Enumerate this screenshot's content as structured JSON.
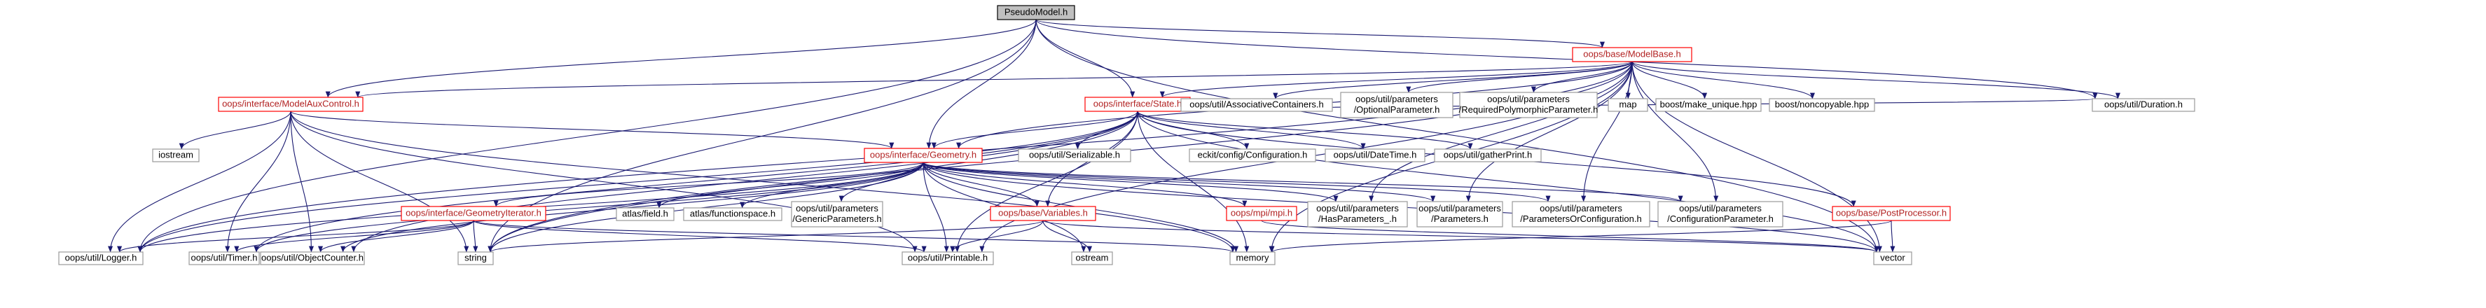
{
  "title": "PseudoModel.h",
  "colors": {
    "edge": "#191970",
    "box_border": "#999999",
    "box_fill": "#ffffff",
    "root_fill": "#bfbfbf",
    "root_border": "#000000",
    "doc_border": "#ff0000",
    "doc_text": "#b22222"
  },
  "nodes": {
    "pseudomodel": {
      "label": "PseudoModel.h",
      "style": "root"
    },
    "modelbase": {
      "label": "oops/base/ModelBase.h",
      "style": "doc"
    },
    "modelauxcontrol": {
      "label": "oops/interface/ModelAuxControl.h",
      "style": "doc"
    },
    "state": {
      "label": "oops/interface/State.h",
      "style": "doc"
    },
    "assoc": {
      "label": "oops/util/AssociativeContainers.h",
      "style": "plain"
    },
    "optparam": {
      "label": "oops/util/parameters\n/OptionalParameter.h",
      "style": "plain"
    },
    "reqpoly": {
      "label": "oops/util/parameters\n/RequiredPolymorphicParameter.h",
      "style": "plain"
    },
    "map": {
      "label": "map",
      "style": "plain"
    },
    "makeunique": {
      "label": "boost/make_unique.hpp",
      "style": "plain"
    },
    "noncopyable": {
      "label": "boost/noncopyable.hpp",
      "style": "plain"
    },
    "duration": {
      "label": "oops/util/Duration.h",
      "style": "plain"
    },
    "iostream": {
      "label": "iostream",
      "style": "plain"
    },
    "geometry": {
      "label": "oops/interface/Geometry.h",
      "style": "doc"
    },
    "serializable": {
      "label": "oops/util/Serializable.h",
      "style": "plain"
    },
    "eckitconfig": {
      "label": "eckit/config/Configuration.h",
      "style": "plain"
    },
    "datetime": {
      "label": "oops/util/DateTime.h",
      "style": "plain"
    },
    "gatherprint": {
      "label": "oops/util/gatherPrint.h",
      "style": "plain"
    },
    "geomiter": {
      "label": "oops/interface/GeometryIterator.h",
      "style": "doc"
    },
    "atlasfield": {
      "label": "atlas/field.h",
      "style": "plain"
    },
    "atlasfs": {
      "label": "atlas/functionspace.h",
      "style": "plain"
    },
    "genericparams": {
      "label": "oops/util/parameters\n/GenericParameters.h",
      "style": "plain"
    },
    "variables": {
      "label": "oops/base/Variables.h",
      "style": "doc"
    },
    "mpi": {
      "label": "oops/mpi/mpi.h",
      "style": "doc"
    },
    "hasparams": {
      "label": "oops/util/parameters\n/HasParameters_.h",
      "style": "plain"
    },
    "parameters": {
      "label": "oops/util/parameters\n/Parameters.h",
      "style": "plain"
    },
    "paramorconf": {
      "label": "oops/util/parameters\n/ParametersOrConfiguration.h",
      "style": "plain"
    },
    "confparam": {
      "label": "oops/util/parameters\n/ConfigurationParameter.h",
      "style": "plain"
    },
    "postprocessor": {
      "label": "oops/base/PostProcessor.h",
      "style": "doc"
    },
    "logger": {
      "label": "oops/util/Logger.h",
      "style": "plain"
    },
    "timer": {
      "label": "oops/util/Timer.h",
      "style": "plain"
    },
    "objcounter": {
      "label": "oops/util/ObjectCounter.h",
      "style": "plain"
    },
    "string": {
      "label": "string",
      "style": "plain"
    },
    "printable": {
      "label": "oops/util/Printable.h",
      "style": "plain"
    },
    "ostream": {
      "label": "ostream",
      "style": "plain"
    },
    "memory": {
      "label": "memory",
      "style": "plain"
    },
    "vector": {
      "label": "vector",
      "style": "plain"
    }
  },
  "edges": [
    [
      "pseudomodel",
      "modelbase"
    ],
    [
      "pseudomodel",
      "modelauxcontrol"
    ],
    [
      "pseudomodel",
      "state"
    ],
    [
      "pseudomodel",
      "geometry"
    ],
    [
      "pseudomodel",
      "logger"
    ],
    [
      "pseudomodel",
      "string"
    ],
    [
      "pseudomodel",
      "duration"
    ],
    [
      "pseudomodel",
      "vector"
    ],
    [
      "modelbase",
      "modelauxcontrol"
    ],
    [
      "modelbase",
      "state"
    ],
    [
      "modelbase",
      "geometry"
    ],
    [
      "modelbase",
      "assoc"
    ],
    [
      "modelbase",
      "optparam"
    ],
    [
      "modelbase",
      "reqpoly"
    ],
    [
      "modelbase",
      "map"
    ],
    [
      "modelbase",
      "makeunique"
    ],
    [
      "modelbase",
      "noncopyable"
    ],
    [
      "modelbase",
      "duration"
    ],
    [
      "modelbase",
      "logger"
    ],
    [
      "modelbase",
      "string"
    ],
    [
      "modelbase",
      "memory"
    ],
    [
      "modelbase",
      "vector"
    ],
    [
      "modelbase",
      "printable"
    ],
    [
      "modelbase",
      "hasparams"
    ],
    [
      "modelbase",
      "parameters"
    ],
    [
      "modelbase",
      "paramorconf"
    ],
    [
      "modelbase",
      "confparam"
    ],
    [
      "modelauxcontrol",
      "iostream"
    ],
    [
      "modelauxcontrol",
      "geometry"
    ],
    [
      "modelauxcontrol",
      "logger"
    ],
    [
      "modelauxcontrol",
      "timer"
    ],
    [
      "modelauxcontrol",
      "objcounter"
    ],
    [
      "modelauxcontrol",
      "string"
    ],
    [
      "modelauxcontrol",
      "printable"
    ],
    [
      "modelauxcontrol",
      "memory"
    ],
    [
      "state",
      "geometry"
    ],
    [
      "state",
      "serializable"
    ],
    [
      "state",
      "eckitconfig"
    ],
    [
      "state",
      "datetime"
    ],
    [
      "state",
      "gatherprint"
    ],
    [
      "state",
      "variables"
    ],
    [
      "state",
      "postprocessor"
    ],
    [
      "state",
      "duration"
    ],
    [
      "state",
      "logger"
    ],
    [
      "state",
      "timer"
    ],
    [
      "state",
      "objcounter"
    ],
    [
      "state",
      "string"
    ],
    [
      "state",
      "printable"
    ],
    [
      "state",
      "memory"
    ],
    [
      "state",
      "vector"
    ],
    [
      "geometry",
      "geomiter"
    ],
    [
      "geometry",
      "atlasfield"
    ],
    [
      "geometry",
      "atlasfs"
    ],
    [
      "geometry",
      "genericparams"
    ],
    [
      "geometry",
      "variables"
    ],
    [
      "geometry",
      "mpi"
    ],
    [
      "geometry",
      "hasparams"
    ],
    [
      "geometry",
      "parameters"
    ],
    [
      "geometry",
      "paramorconf"
    ],
    [
      "geometry",
      "confparam"
    ],
    [
      "geometry",
      "logger"
    ],
    [
      "geometry",
      "timer"
    ],
    [
      "geometry",
      "objcounter"
    ],
    [
      "geometry",
      "string"
    ],
    [
      "geometry",
      "printable"
    ],
    [
      "geometry",
      "ostream"
    ],
    [
      "geometry",
      "memory"
    ],
    [
      "geometry",
      "vector"
    ],
    [
      "geomiter",
      "logger"
    ],
    [
      "geomiter",
      "timer"
    ],
    [
      "geomiter",
      "objcounter"
    ],
    [
      "geomiter",
      "string"
    ],
    [
      "geomiter",
      "printable"
    ],
    [
      "geomiter",
      "memory"
    ],
    [
      "variables",
      "string"
    ],
    [
      "variables",
      "printable"
    ],
    [
      "variables",
      "ostream"
    ],
    [
      "variables",
      "vector"
    ],
    [
      "mpi",
      "vector"
    ],
    [
      "postprocessor",
      "memory"
    ],
    [
      "postprocessor",
      "vector"
    ]
  ]
}
